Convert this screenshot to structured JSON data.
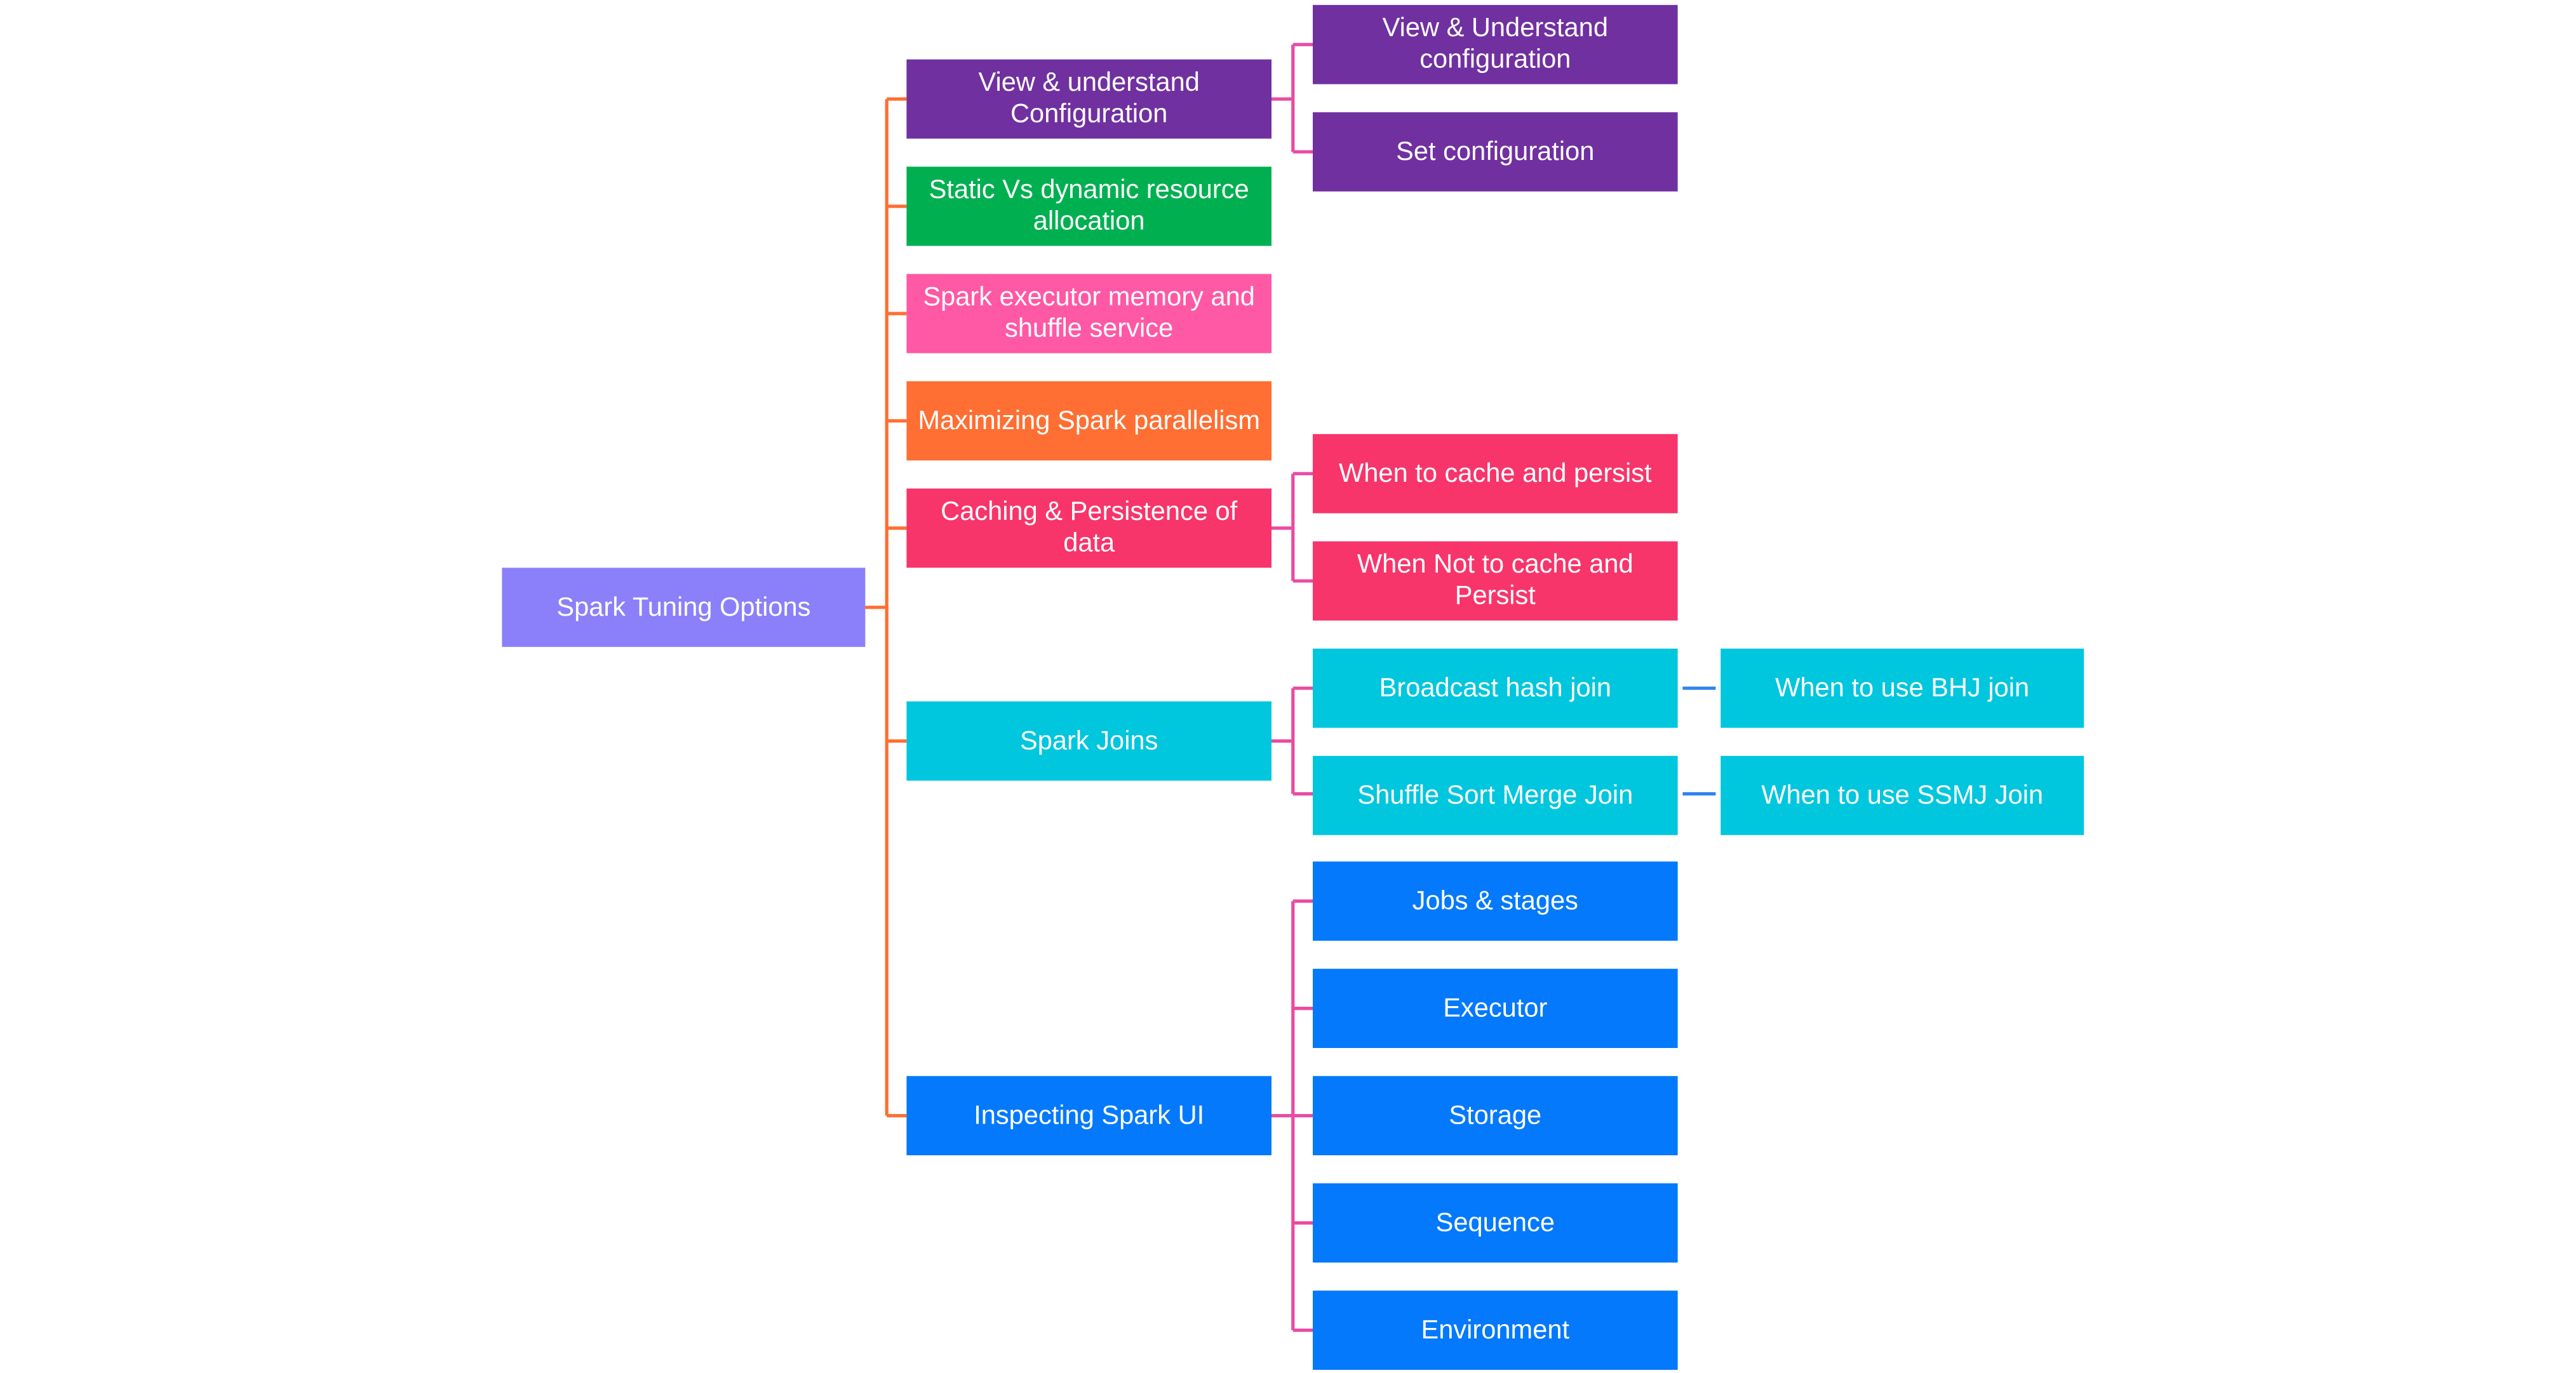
{
  "colors": {
    "root": "#8b80f9",
    "purple": "#7030a0",
    "green": "#00b050",
    "pink": "#ff58a5",
    "orange": "#ff6e32",
    "crimson": "#f7356b",
    "cyan": "#00c6de",
    "blue": "#0479fb",
    "line_orange": "#ff6e32",
    "line_pink": "#ea4ba3",
    "line_blue": "#2f83f0"
  },
  "root": {
    "label": "Spark Tuning Options",
    "color": "#8b80f9"
  },
  "level1": [
    {
      "label": "View & understand Configuration",
      "color": "#7030a0"
    },
    {
      "label": "Static Vs dynamic resource allocation",
      "color": "#00b050"
    },
    {
      "label": "Spark executor memory and shuffle service",
      "color": "#ff58a5"
    },
    {
      "label": "Maximizing Spark parallelism",
      "color": "#ff6e32"
    },
    {
      "label": "Caching & Persistence of data",
      "color": "#f7356b"
    },
    {
      "label": "Spark Joins",
      "color": "#00c6de"
    },
    {
      "label": "Inspecting Spark UI",
      "color": "#0479fb"
    }
  ],
  "level2": [
    {
      "label": "View & Understand configuration",
      "color": "#7030a0"
    },
    {
      "label": "Set configuration",
      "color": "#7030a0"
    },
    {
      "label": "When to cache and persist",
      "color": "#f7356b"
    },
    {
      "label": "When Not to cache and Persist",
      "color": "#f7356b"
    },
    {
      "label": "Broadcast hash join",
      "color": "#00c6de"
    },
    {
      "label": "Shuffle Sort Merge Join",
      "color": "#00c6de"
    },
    {
      "label": "Jobs & stages",
      "color": "#0479fb"
    },
    {
      "label": "Executor",
      "color": "#0479fb"
    },
    {
      "label": "Storage",
      "color": "#0479fb"
    },
    {
      "label": "Sequence",
      "color": "#0479fb"
    },
    {
      "label": "Environment",
      "color": "#0479fb"
    }
  ],
  "level3": [
    {
      "label": "When to use BHJ join",
      "color": "#00c6de"
    },
    {
      "label": "When to use SSMJ Join",
      "color": "#00c6de"
    }
  ]
}
